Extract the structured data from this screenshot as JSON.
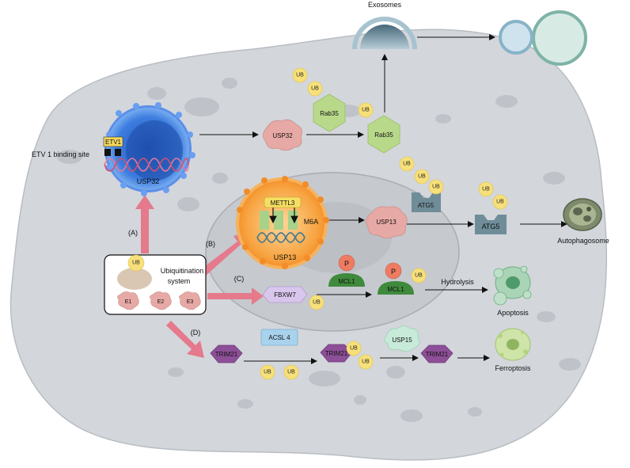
{
  "labels": {
    "exosomes": "Exosomes",
    "etv1_binding_site": "ETV 1 binding site",
    "etv1": "ETV1",
    "usp32_nucleus": "USP32",
    "usp32_protein": "USP32",
    "rab35_a": "Rab35",
    "rab35_b": "Rab35",
    "atg5_a": "ATG5",
    "atg5_b": "ATG5",
    "autophagosome": "Autophagosome",
    "mettl3": "METTL3",
    "m6a": "M6A",
    "usp13_nucleus": "USP13",
    "usp13_protein": "USP13",
    "ubiquitination_system": "Ubiquitination\nsystem",
    "ub": "UB",
    "e1": "E1",
    "e2": "E2",
    "e3": "E3",
    "path_a": "(A)",
    "path_b": "(B)",
    "path_c": "(C)",
    "path_d": "(D)",
    "fbxw7": "FBXW7",
    "mcl1_a": "MCL1",
    "mcl1_b": "MCL1",
    "p": "P",
    "hydrolysis": "Hydrolysis",
    "apoptosis": "Apoptosis",
    "acsl4": "ACSL 4",
    "usp15": "USP15",
    "trim21_a": "TRIM21",
    "trim21_b": "TRIM21",
    "trim21_c": "TRIM21",
    "ferroptosis": "Ferroptosis"
  },
  "colors": {
    "cell": "#d3d6db",
    "nucleus": "#c4c8cd",
    "pink_arrow": "#e77a8a",
    "ub": "#f7e07a",
    "usp32_cell": "#3f7de0",
    "usp13_cell": "#f6a640",
    "rab35": "#b9d98a",
    "atg5": "#6c8a96",
    "fbxw7": "#d9c6ec",
    "trim21": "#8d4f98",
    "mcl1": "#3f8a3c",
    "p": "#ef7b62",
    "acsl4": "#a9d2ec",
    "usp15": "#bfe6d6"
  }
}
